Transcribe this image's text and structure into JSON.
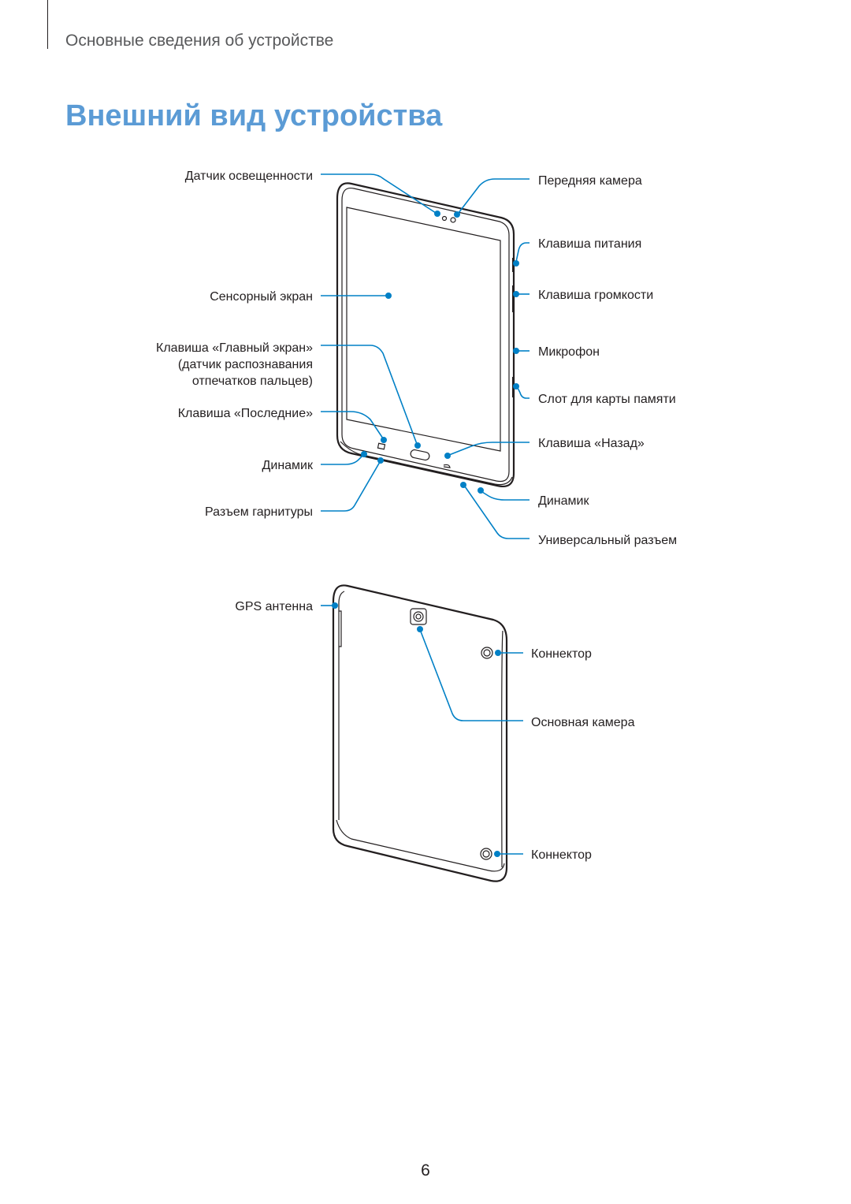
{
  "header": {
    "section_title": "Основные сведения об устройстве"
  },
  "page": {
    "title": "Внешний вид устройства",
    "number": "6"
  },
  "front_labels": {
    "light_sensor": "Датчик освещенности",
    "touch_screen": "Сенсорный экран",
    "home_key_line1": "Клавиша «Главный экран»",
    "home_key_line2": "(датчик распознавания",
    "home_key_line3": "отпечатков пальцев)",
    "recent_key": "Клавиша «Последние»",
    "speaker_left": "Динамик",
    "headset_jack": "Разъем гарнитуры",
    "front_camera": "Передняя камера",
    "power_key": "Клавиша питания",
    "volume_key": "Клавиша громкости",
    "microphone": "Микрофон",
    "memory_card_slot": "Слот для карты памяти",
    "back_key": "Клавиша «Назад»",
    "speaker_right": "Динамик",
    "multipurpose_jack": "Универсальный разъем"
  },
  "back_labels": {
    "gps_antenna": "GPS антенна",
    "connector_top": "Коннектор",
    "rear_camera": "Основная камера",
    "connector_bottom": "Коннектор"
  },
  "colors": {
    "title_blue": "#5b9bd5",
    "leader_blue": "#0080c6",
    "header_gray": "#58595b"
  }
}
